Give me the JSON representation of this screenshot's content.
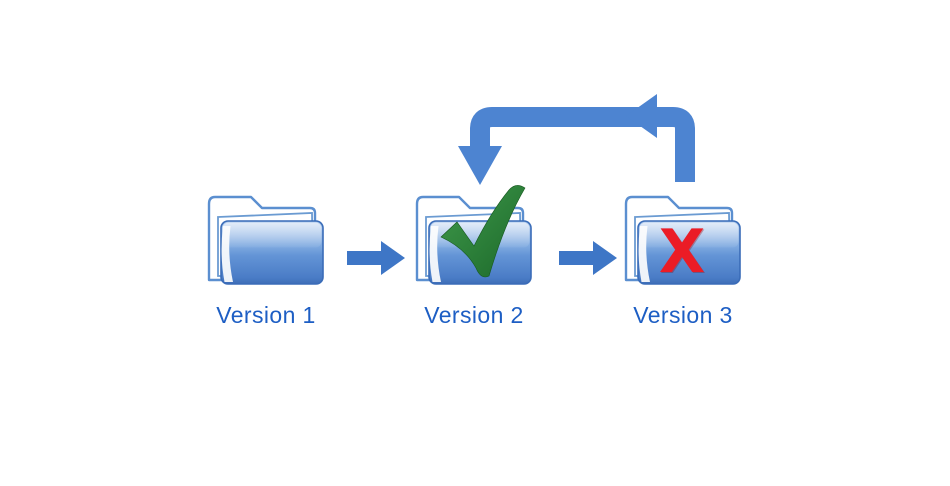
{
  "diagram": {
    "folders": [
      {
        "label": "Version 1",
        "badge": "none"
      },
      {
        "label": "Version 2",
        "badge": "checkmark"
      },
      {
        "label": "Version 3",
        "badge": "x-mark",
        "badge_text": "X"
      }
    ],
    "arrows": {
      "forward_count": 2,
      "loop": "from Version 3 back to Version 2"
    },
    "colors": {
      "background": "#ffffff",
      "label_blue": "#1d5ec4",
      "folder_outline_blue": "#5b8fd0",
      "folder_front_blue": "#5a8dd0",
      "forward_arrow_blue": "#3e76c6",
      "loop_arrow_blue": "#4d84d1",
      "check_green": "#2e7d33",
      "x_red": "#eb1c26"
    }
  }
}
